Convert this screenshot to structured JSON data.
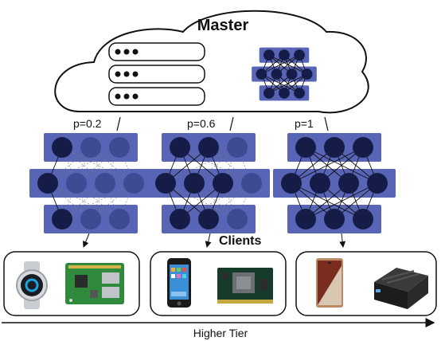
{
  "master": {
    "title": "Master"
  },
  "subnetworks": [
    {
      "p_label": "p=0.2",
      "active": [
        [
          true,
          false,
          false
        ],
        [
          true,
          false,
          false,
          false
        ],
        [
          true,
          false,
          false
        ]
      ]
    },
    {
      "p_label": "p=0.6",
      "active": [
        [
          true,
          true,
          false
        ],
        [
          true,
          true,
          true,
          false
        ],
        [
          true,
          true,
          false
        ]
      ]
    },
    {
      "p_label": "p=1",
      "active": [
        [
          true,
          true,
          true
        ],
        [
          true,
          true,
          true,
          true
        ],
        [
          true,
          true,
          true
        ]
      ]
    }
  ],
  "clients_label": "Clients",
  "axis_label": "Higher Tier",
  "devices": [
    [
      "smartwatch-icon",
      "raspberry-pi-board-icon"
    ],
    [
      "smartphone-icon",
      "jetson-module-icon"
    ],
    [
      "galaxy-phone-icon",
      "edge-box-icon"
    ]
  ],
  "colors": {
    "layer_bg": "#5864b5",
    "node_active": "#151c48",
    "node_inactive": "#3e4a92",
    "edge_active": "#111111",
    "edge_inactive": "#7a7a7a"
  }
}
